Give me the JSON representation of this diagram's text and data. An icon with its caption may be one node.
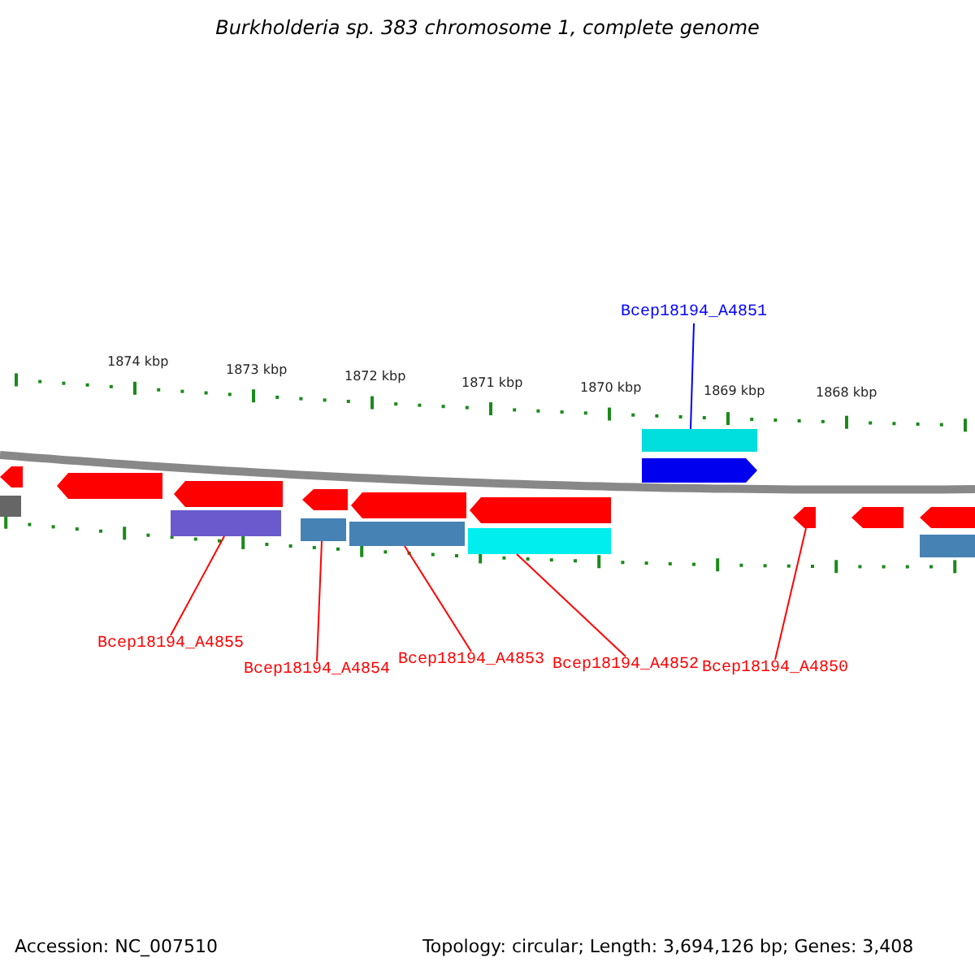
{
  "diagram": {
    "title": "Burkholderia sp. 383 chromosome 1, complete genome",
    "nodes": [
      {
        "text": [
          "Bcep18194_A4851"
        ]
      },
      {
        "text": [
          "Bcep18194_A4855"
        ]
      },
      {
        "text": [
          "Bcep18194_A4854"
        ]
      },
      {
        "text": [
          "Bcep18194_A4853"
        ]
      },
      {
        "text": [
          "Bcep18194_A4852"
        ]
      },
      {
        "text": [
          "Bcep18194_A4850"
        ]
      },
      {
        "text": [],
        "shape": "arrow"
      },
      {
        "text": [],
        "shape": "bar"
      },
      {
        "text": [],
        "shape": "arrow"
      },
      {
        "text": [],
        "shape": "bar"
      },
      {
        "text": [],
        "shape": "arrow"
      },
      {
        "text": [],
        "shape": "bar"
      },
      {
        "text": [],
        "shape": "arrow"
      },
      {
        "text": [],
        "shape": "bar"
      },
      {
        "text": [],
        "shape": "arrow"
      },
      {
        "text": [],
        "shape": "bar"
      },
      {
        "text": [],
        "shape": "arrow"
      },
      {
        "text": [],
        "shape": "bar"
      },
      {
        "text": [],
        "shape": "arrow"
      },
      {
        "text": [],
        "shape": "arrow"
      },
      {
        "text": [],
        "shape": "arrow"
      },
      {
        "text": [],
        "shape": "arrow"
      },
      {
        "text": [],
        "shape": "bar"
      }
    ],
    "edges": [
      {
        "from": 0,
        "to": 17,
        "arrow": "none",
        "color": "#0000ff"
      },
      {
        "from": 1,
        "to": 9,
        "arrow": "none"
      },
      {
        "from": 2,
        "to": 11,
        "arrow": "none"
      },
      {
        "from": 3,
        "to": 13,
        "arrow": "none"
      },
      {
        "from": 4,
        "to": 15,
        "arrow": "none"
      },
      {
        "from": 5,
        "to": 19,
        "arrow": "none"
      }
    ],
    "labels": [
      "1874 kbp",
      "1873 kbp",
      "1872 kbp",
      "1871 kbp",
      "1870 kbp",
      "1869 kbp",
      "1868 kbp",
      "Accession: NC_007510",
      "Topology: circular; Length: 3,694,126 bp; Genes: 3,408"
    ]
  }
}
